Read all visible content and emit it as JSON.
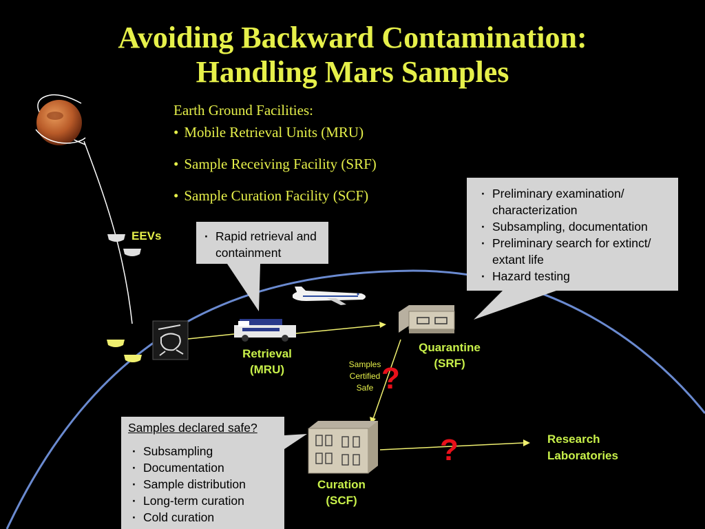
{
  "title": {
    "line1": "Avoiding Backward Contamination:",
    "line2": "Handling Mars Samples"
  },
  "facilities": {
    "heading": "Earth Ground Facilities:",
    "items": [
      "Mobile Retrieval Units (MRU)",
      "Sample Receiving Facility (SRF)",
      "Sample Curation Facility (SCF)"
    ]
  },
  "eevs_label": "EEVs",
  "retrieval_callout": {
    "items": [
      "Rapid retrieval and containment"
    ]
  },
  "srf_callout": {
    "items": [
      "Preliminary examination/ characterization",
      "Subsampling, documentation",
      "Preliminary search for extinct/ extant life",
      "Hazard testing"
    ]
  },
  "scf_callout": {
    "heading": "Samples declared safe?",
    "items": [
      "Subsampling",
      "Documentation",
      "Sample distribution",
      "Long-term curation",
      "Cold curation"
    ]
  },
  "retrieval_label": {
    "line1": "Retrieval",
    "line2": "(MRU)"
  },
  "quarantine_label": {
    "line1": "Quarantine",
    "line2": "(SRF)"
  },
  "curation_label": {
    "line1": "Curation",
    "line2": "(SCF)"
  },
  "certified_label": {
    "line1": "Samples",
    "line2": "Certified",
    "line3": "Safe"
  },
  "question_mark": "?",
  "research_label": {
    "line1": "Research",
    "line2": "Laboratories"
  },
  "colors": {
    "title": "#e6f04a",
    "label_green": "#c8f04a",
    "question": "#e8101a",
    "earth_limb": "#6a8ad0",
    "callout_bg": "#d4d4d4"
  }
}
